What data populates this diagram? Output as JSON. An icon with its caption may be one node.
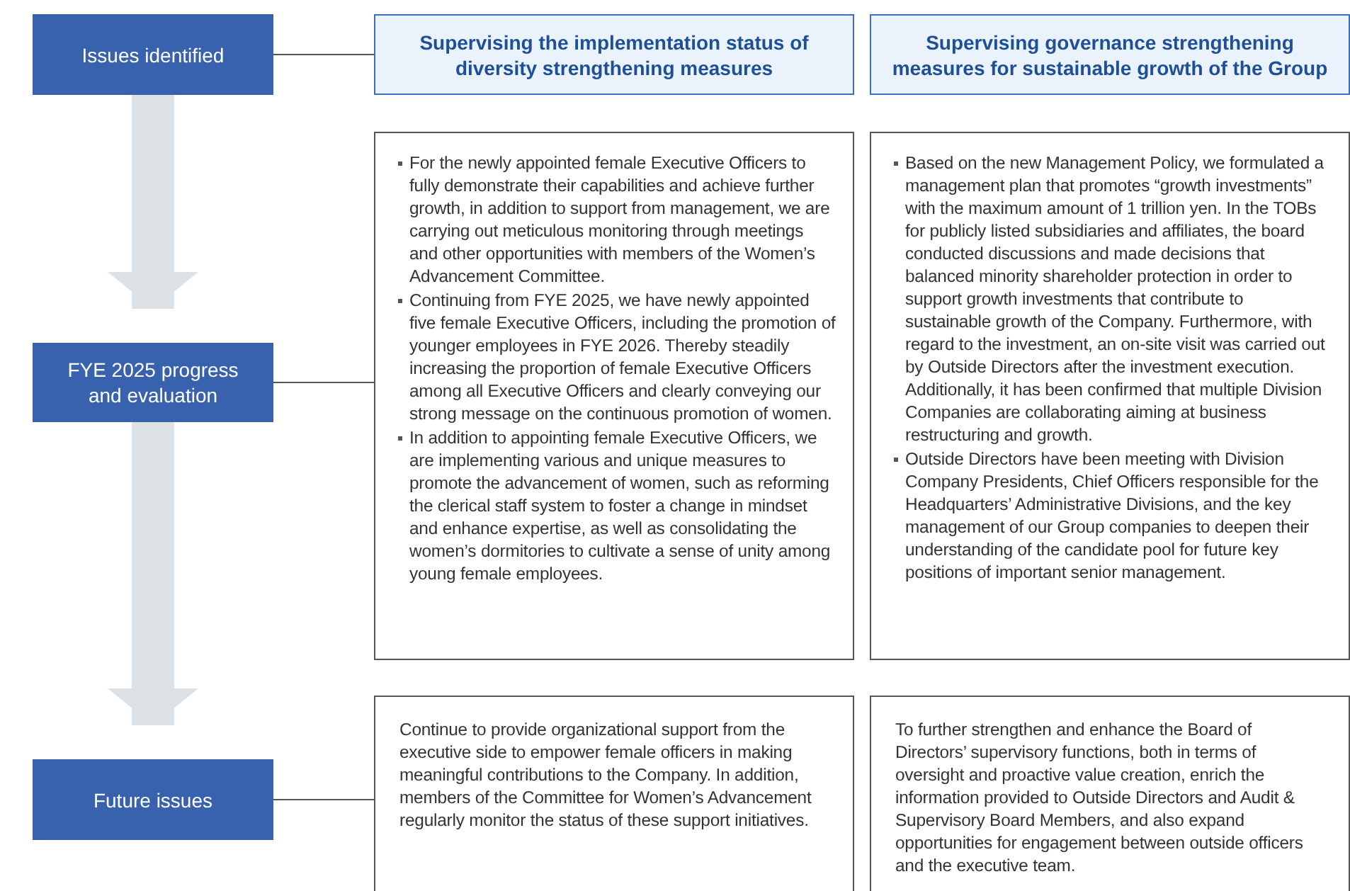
{
  "diagram": {
    "nodes": [
      {
        "text": [
          "Issues identified"
        ]
      },
      {
        "text": [
          "Supervising the implementation status of diversity strengthening measures"
        ]
      },
      {
        "text": [
          "Supervising governance strengthening measures for sustainable growth of the Group"
        ]
      },
      {
        "text": [
          "FYE 2025 progress and evaluation"
        ]
      },
      {
        "text": [
          "For the newly appointed female Executive Officers to fully demonstrate their capabilities and achieve further growth, in addition to support from management, we are carrying out meticulous monitoring through meetings and other opportunities with members of the Women’s Advancement Committee.",
          "Continuing from FYE 2025, we have newly appointed five female Executive Officers, including the promotion of younger employees in FYE 2026. Thereby steadily increasing the proportion of female Executive Officers among all Executive Officers and clearly conveying our strong message on the continuous promotion of women.",
          "In addition to appointing female Executive Officers, we are implementing various and unique measures to promote the advancement of women, such as reforming the clerical staff system to foster a change in mindset and enhance expertise, as well as consolidating the women’s dormitories to cultivate a sense of unity among young female employees."
        ]
      },
      {
        "text": [
          "Based on the new Management Policy, we formulated a management plan that promotes “growth investments” with the maximum amount of 1 trillion yen. In the TOBs for publicly listed subsidiaries and affiliates, the board conducted discussions and made decisions that balanced minority shareholder protection in order to support growth investments that contribute to sustainable growth of the Company. Furthermore, with regard to the investment, an on-site visit was carried out by Outside Directors after the investment execution. Additionally, it has been confirmed that multiple Division Companies are collaborating aiming at business restructuring and growth.",
          "Outside Directors have been meeting with Division Company Presidents, Chief Officers responsible for the Headquarters’ Administrative Divisions, and the key management of our Group companies to deepen their understanding of the candidate pool for future key positions of important senior management."
        ]
      },
      {
        "text": [
          "Future issues"
        ]
      },
      {
        "text": [
          "Continue to provide organizational support from the executive side to empower female officers in making meaningful contributions to the Company. In addition, members of the Committee for Women’s Advancement regularly monitor the status of these support initiatives."
        ]
      },
      {
        "text": [
          "To further strengthen and enhance the Board of Directors’ supervisory functions, both in terms of oversight and proactive value creation, enrich the information provided to Outside Directors and Audit & Supervisory Board Members, and also expand opportunities for engagement between outside officers and the executive team."
        ]
      }
    ],
    "edges": [
      {
        "from": 0,
        "to": 1,
        "arrow": "none"
      },
      {
        "from": 3,
        "to": 4,
        "arrow": "none"
      },
      {
        "from": 6,
        "to": 7,
        "arrow": "none"
      },
      {
        "from": 0,
        "to": 3,
        "arrow": "to",
        "style": "thick",
        "color": "#dde2e6"
      },
      {
        "from": 3,
        "to": 6,
        "arrow": "to",
        "style": "thick",
        "color": "#dde2e6"
      }
    ]
  }
}
